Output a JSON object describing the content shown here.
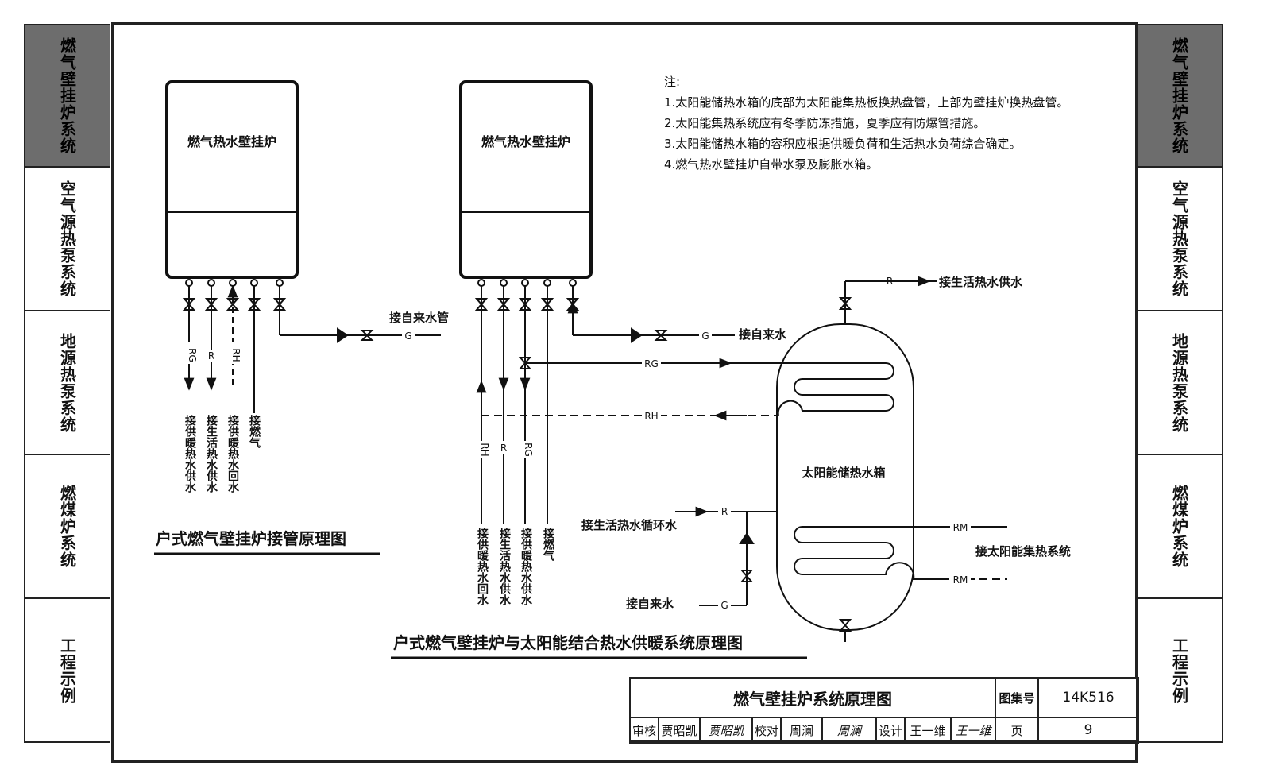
{
  "sidebar": {
    "tabs": [
      {
        "label": "燃气壁挂炉系统",
        "active": true
      },
      {
        "label": "空气源热泵系统",
        "active": false
      },
      {
        "label": "地源热泵系统",
        "active": false
      },
      {
        "label": "燃煤炉系统",
        "active": false
      },
      {
        "label": "工程示例",
        "active": false
      }
    ]
  },
  "notes": {
    "heading": "注:",
    "items": [
      "1.太阳能储热水箱的底部为太阳能集热板换热盘管，上部为壁挂炉换热盘管。",
      "2.太阳能集热系统应有冬季防冻措施，夏季应有防爆管措施。",
      "3.太阳能储热水箱的容积应根据供暖负荷和生活热水负荷综合确定。",
      "4.燃气热水壁挂炉自带水泵及膨胀水箱。"
    ]
  },
  "diagram1": {
    "boiler_label": "燃气热水壁挂炉",
    "pipe_codes": [
      "RG",
      "R",
      "RH"
    ],
    "vertical_labels": [
      "接供暖热水供水",
      "接生活热水供水",
      "接供暖热水回水",
      "接燃气"
    ],
    "gas_code": "G",
    "water_supply_label": "接自来水管",
    "caption": "户式燃气壁挂炉接管原理图"
  },
  "diagram2": {
    "boiler_label": "燃气热水壁挂炉",
    "pipe_codes": [
      "RH",
      "R",
      "RG"
    ],
    "vertical_labels": [
      "接供暖热水回水",
      "接生活热水供水",
      "接供暖热水供水",
      "接燃气"
    ],
    "gas_code": "G",
    "water_supply_label": "接自来水",
    "rg_code": "RG",
    "rh_code": "RH",
    "r_code": "R",
    "rm_code": "RM",
    "tank_label": "太阳能储热水箱",
    "hot_water_supply_label": "接生活热水供水",
    "circulation_label": "接生活热水循环水",
    "solar_label": "接太阳能集热系统",
    "bottom_water_label": "接自来水",
    "caption": "户式燃气壁挂炉与太阳能结合热水供暖系统原理图"
  },
  "title_block": {
    "title": "燃气壁挂炉系统原理图",
    "atlas_label": "图集号",
    "atlas_no": "14K516",
    "review_label": "审核",
    "reviewer": "贾昭凯",
    "reviewer_sig": "贾昭凯",
    "check_label": "校对",
    "checker": "周澜",
    "checker_sig": "周澜",
    "design_label": "设计",
    "designer": "王一维",
    "designer_sig": "王一维",
    "page_label": "页",
    "page_no": "9"
  }
}
